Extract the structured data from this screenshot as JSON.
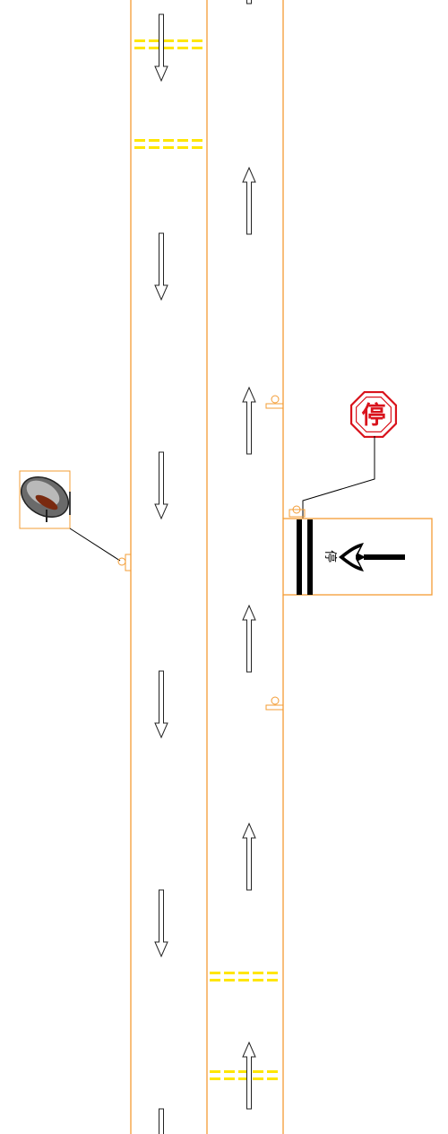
{
  "colors": {
    "background": "#ffffff",
    "road_line": "#f39c34",
    "yellow_marking": "#ffe600",
    "arrow": "#222222",
    "stop_sign_border": "#d9131c",
    "stop_text": "#d9131c",
    "stop_bar": "#000000",
    "mirror_frame": "#f39c34"
  },
  "stop_sign": {
    "text": "停",
    "icon": "octagon-stop-sign-icon"
  },
  "pavement_marking": {
    "text": "停",
    "icon": "stop-line-with-intersection-arrow-icon"
  },
  "mirror": {
    "icon": "convex-traffic-mirror-icon"
  },
  "arrows": {
    "down_lane_count": 6,
    "up_lane_count": 5
  }
}
